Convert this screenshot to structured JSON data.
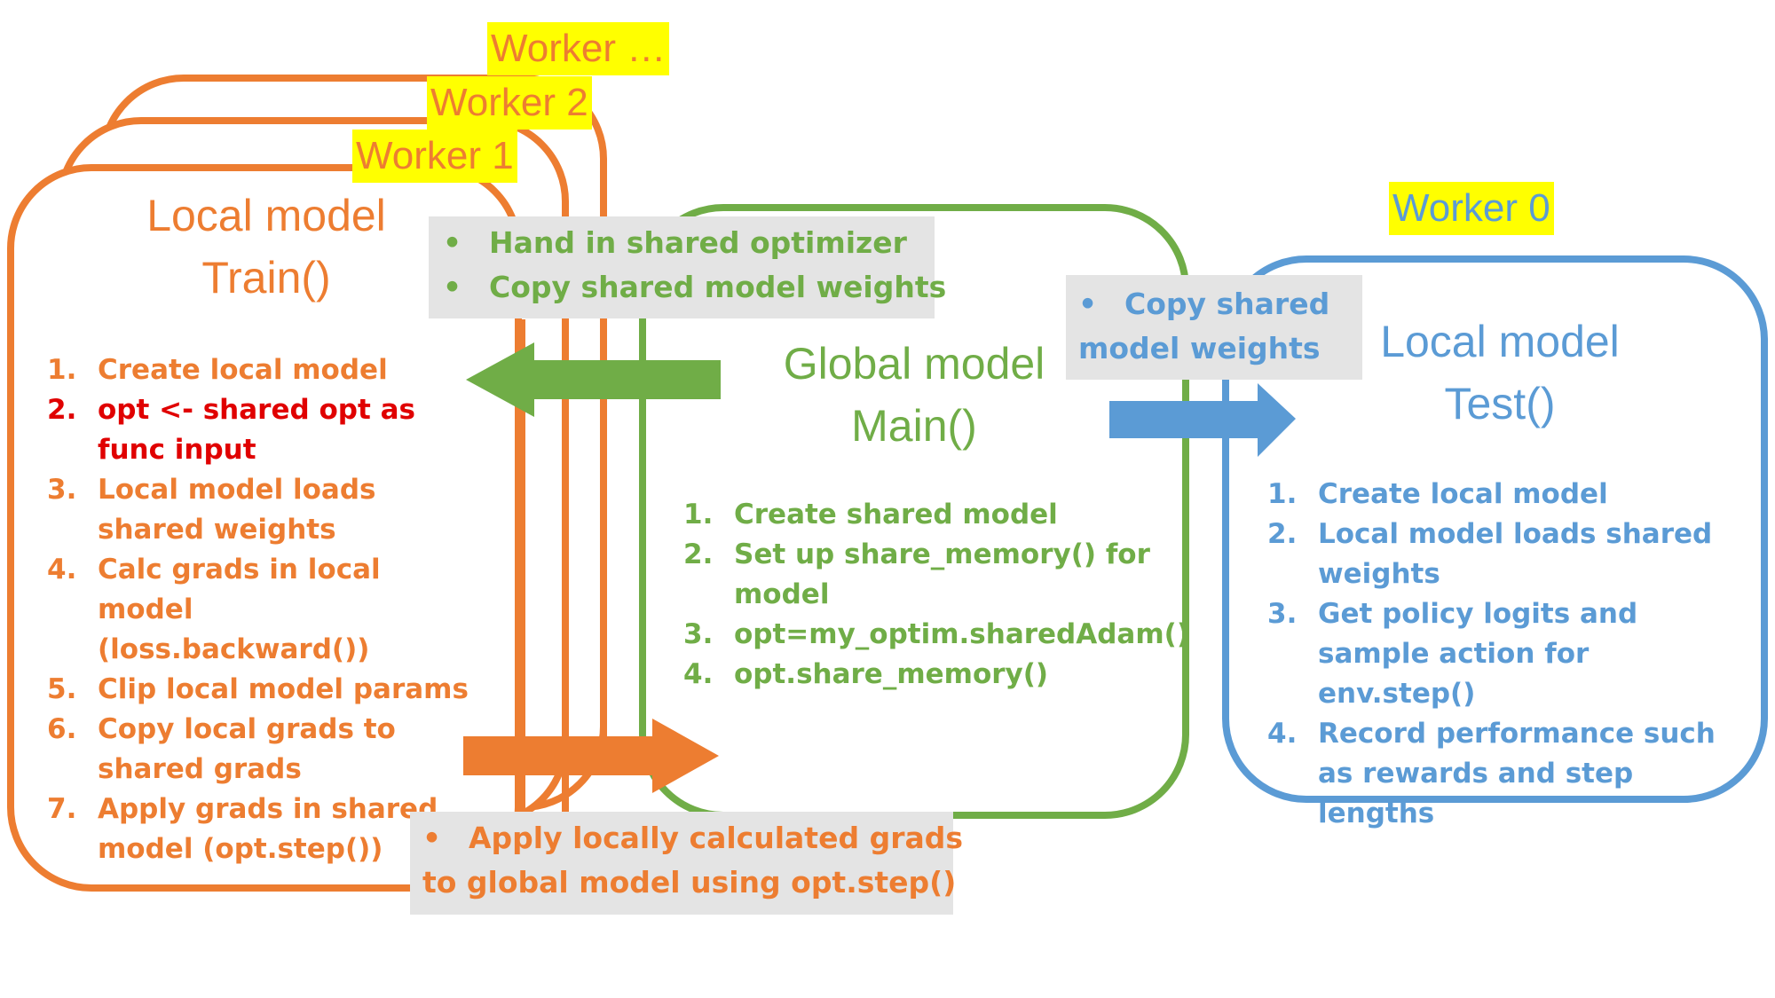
{
  "workers": {
    "tag_dots": "Worker …",
    "tag_2": "Worker 2",
    "tag_1": "Worker 1",
    "tag_0": "Worker 0"
  },
  "local_train": {
    "title_line1": "Local model",
    "title_line2": "Train()",
    "steps": [
      {
        "num": "1.",
        "text": "Create local model"
      },
      {
        "num": "2.",
        "text": "opt <- shared opt as func input"
      },
      {
        "num": "3.",
        "text": "Local model loads shared weights"
      },
      {
        "num": "4.",
        "text": "Calc grads in local model (loss.backward())"
      },
      {
        "num": "5.",
        "text": "Clip local model params"
      },
      {
        "num": "6.",
        "text": "Copy local grads to shared grads"
      },
      {
        "num": "7.",
        "text": "Apply grads in shared model (opt.step())"
      }
    ]
  },
  "global_main": {
    "title_line1": "Global model",
    "title_line2": "Main()",
    "steps": [
      {
        "num": "1.",
        "text": "Create shared model"
      },
      {
        "num": "2.",
        "text": "Set up share_memory() for model"
      },
      {
        "num": "3.",
        "text": "opt=my_optim.sharedAdam()"
      },
      {
        "num": "4.",
        "text": "opt.share_memory()"
      }
    ]
  },
  "local_test": {
    "title_line1": "Local model",
    "title_line2": "Test()",
    "steps": [
      {
        "num": "1.",
        "text": "Create local model"
      },
      {
        "num": "2.",
        "text": "Local model loads shared weights"
      },
      {
        "num": "3.",
        "text": "Get policy logits and sample action for env.step()"
      },
      {
        "num": "4.",
        "text": "Record performance such as rewards and step lengths"
      }
    ]
  },
  "notes": {
    "to_train_bullet1": "Hand in shared optimizer",
    "to_train_bullet2": "Copy shared model weights",
    "to_test_line1": "Copy shared",
    "to_test_line2": "model weights",
    "to_global_line1": "Apply locally calculated grads",
    "to_global_line2": "to global model using opt.step()",
    "bullet_char": "•"
  },
  "colors": {
    "orange": "#ED7D31",
    "green": "#70AD47",
    "blue": "#5B9BD5",
    "red": "#E00000",
    "highlight": "#FFFF00",
    "note_bg": "#E4E4E4"
  }
}
